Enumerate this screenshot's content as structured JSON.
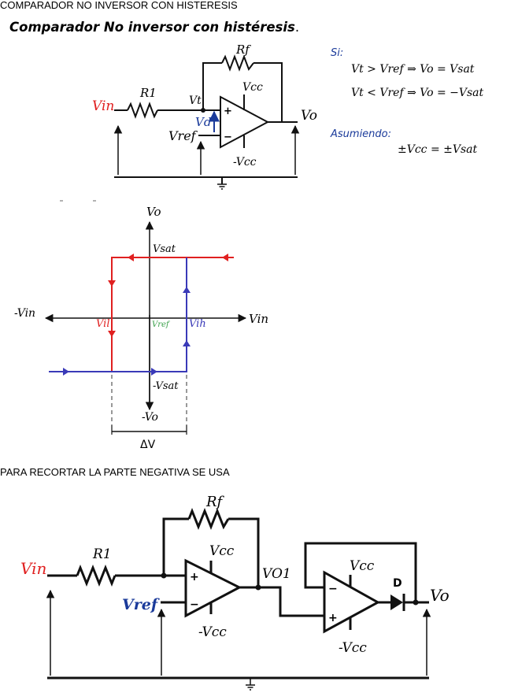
{
  "captions": {
    "top": "COMPARADOR NO INVERSOR CON HISTERESIS",
    "middle": "PARA RECORTAR LA PARTE NEGATIVA SE USA"
  },
  "circuit1": {
    "title": "Comparador No inversor con histéresis",
    "title_period": ".",
    "labels": {
      "rf": "Rf",
      "r1": "R1",
      "vin": "Vin",
      "vt": "Vt",
      "vd": "Vd",
      "vref": "Vref",
      "vcc_pos": "Vcc",
      "vcc_neg": "-Vcc",
      "vo": "Vo",
      "plus": "+",
      "minus": "−"
    }
  },
  "conditions": {
    "si_label": "Si:",
    "cond1": "Vt > Vref ⇒ Vo = Vsat",
    "cond2": "Vt < Vref ⇒ Vo = −Vsat",
    "asumiendo_label": "Asumiendo:",
    "assumption": "±Vcc = ±Vsat"
  },
  "hysteresis": {
    "vo_axis": "Vo",
    "neg_vo_axis": "-Vo",
    "vin_axis": "Vin",
    "neg_vin_axis": "-Vin",
    "vsat": "Vsat",
    "neg_vsat": "-Vsat",
    "vil": "Vil",
    "vih": "Vih",
    "vref": "Vref",
    "delta_v": "ΔV"
  },
  "circuit2": {
    "labels": {
      "rf": "Rf",
      "r1": "R1",
      "vin": "Vin",
      "vref": "Vref",
      "vcc_pos1": "Vcc",
      "vcc_neg1": "-Vcc",
      "vo1": "VO1",
      "vcc_pos2": "Vcc",
      "vcc_neg2": "-Vcc",
      "diode": "D",
      "vo": "Vo",
      "plus": "+",
      "minus": "−"
    }
  },
  "colors": {
    "red_trace": "#e02020",
    "blue_trace": "#3a3ab8",
    "label_blue": "#1a3a9a",
    "green_label": "#3aa04a",
    "wire": "#111111"
  }
}
